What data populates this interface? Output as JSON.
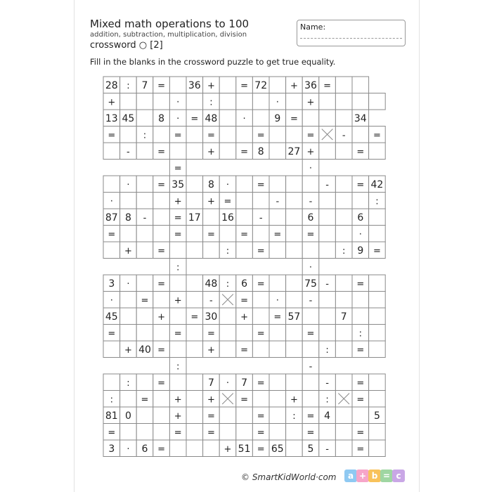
{
  "header": {
    "title": "Mixed math operations to 100",
    "subtitle": "addition, subtraction, multiplication, division",
    "kind": "crossword ○ [2]",
    "instruction": "Fill in the blanks in the crossword puzzle to get true equality.",
    "name_label": "Name:"
  },
  "footer": {
    "copyright": "© SmartKidWorld·com",
    "badges": [
      {
        "glyph": "a",
        "color": "#8fc9f2"
      },
      {
        "glyph": "+",
        "color": "#f6a5c9"
      },
      {
        "glyph": "b",
        "color": "#f8c25b"
      },
      {
        "glyph": "=",
        "color": "#9fd6a2"
      },
      {
        "glyph": "c",
        "color": "#c9a7e6"
      }
    ]
  },
  "puzzle": {
    "rows": [
      "28:7= 36+ =72 +36=  ",
      "+   . :   . +       ",
      "1345 8.=48 . 9=   34",
      "= : = =  =  =x- =   ",
      " - =  + =8 27+  =   ",
      "    =       .    =  ",
      " . =35 8. =   - =42 ",
      ".   + +=  - -   :   ",
      "878- =17 16 -  6  6 ",
      "=   = = = = =  .  = ",
      " + =   : =    :9=   ",
      "    :       .    =  ",
      "3. =  48:6=  75- =  ",
      ". = + -x= . -    :  ",
      "45  + =30 + =57  7  ",
      "=   = =  =  =  : =  ",
      " +40=  + =    : =   ",
      "    :       -    -  ",
      " : =  7.7=   - =    ",
      ": = + +x=  + :x=  : ",
      "810  + =  = :=4  5  ",
      "=   = =  =  =  = =  ",
      "3.6=   +51=65 5- =  "
    ]
  }
}
